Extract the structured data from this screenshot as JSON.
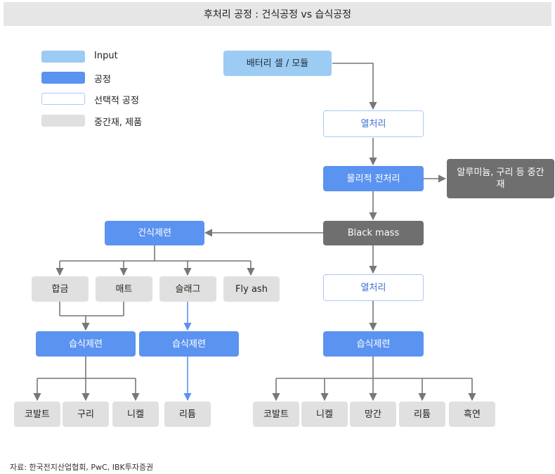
{
  "title": "후처리 공정 : 건식공정 vs 습식공정",
  "legend": {
    "input": "Input",
    "process": "공정",
    "optional": "선택적 공정",
    "intermediate": "중간재, 제품"
  },
  "colors": {
    "input": "#9ccbf3",
    "process": "#5b93f0",
    "optional_border": "#5b93f0",
    "intermediate": "#e0e0e0",
    "dark_node": "#6f6f6f",
    "arrow": "#777777",
    "blue_arrow": "#5b93f0"
  },
  "nodes": {
    "battery": "배터리 셀 / 모듈",
    "heat1": "열처리",
    "physical": "물리적 전처리",
    "aluminum": "알루미늄, 구리 등 중간재",
    "blackmass": "Black mass",
    "pyro": "건식제련",
    "alloy": "합금",
    "matte": "매트",
    "slag": "슬래그",
    "flyash": "Fly ash",
    "heat2": "열처리",
    "hydro_left1": "습식제련",
    "hydro_left2": "습식제련",
    "hydro_right": "습식제련",
    "l_cobalt": "코발트",
    "l_copper": "구리",
    "l_nickel": "니켈",
    "l_lithium": "리튬",
    "r_cobalt": "코발트",
    "r_nickel": "니켈",
    "r_manganese": "망간",
    "r_lithium": "리튬",
    "r_graphite": "흑연"
  },
  "source": "자료: 한국전지산업협회, PwC, IBK투자증권"
}
